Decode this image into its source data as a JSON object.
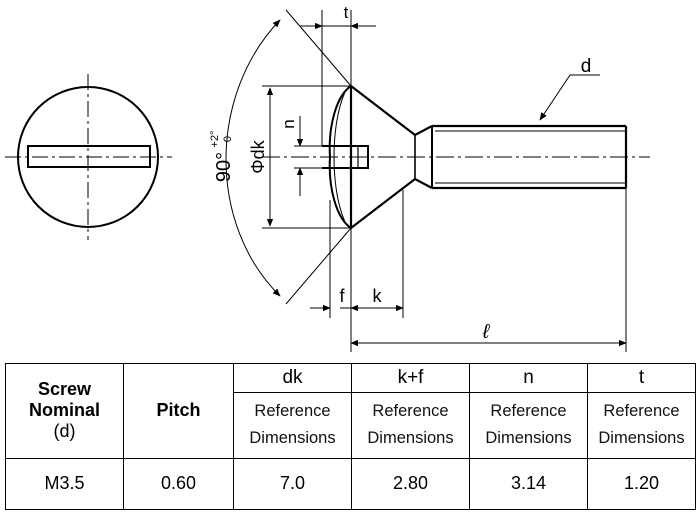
{
  "drawing": {
    "labels": {
      "t": "t",
      "d": "d",
      "n": "n",
      "dk": "Φdk",
      "angle": "90°",
      "tol_upper": "+2°",
      "tol_lower": "0",
      "f": "f",
      "k": "k",
      "length": "ℓ"
    }
  },
  "table": {
    "headers": {
      "nominal": [
        "Screw",
        "Nominal",
        "(d)"
      ],
      "pitch": "Pitch",
      "dk": "dk",
      "kf": "k+f",
      "n": "n",
      "t": "t"
    },
    "sub_header": [
      "Reference",
      "Dimensions"
    ],
    "row": {
      "nominal": "M3.5",
      "pitch": "0.60",
      "dk": "7.0",
      "kf": "2.80",
      "n": "3.14",
      "t": "1.20"
    }
  }
}
